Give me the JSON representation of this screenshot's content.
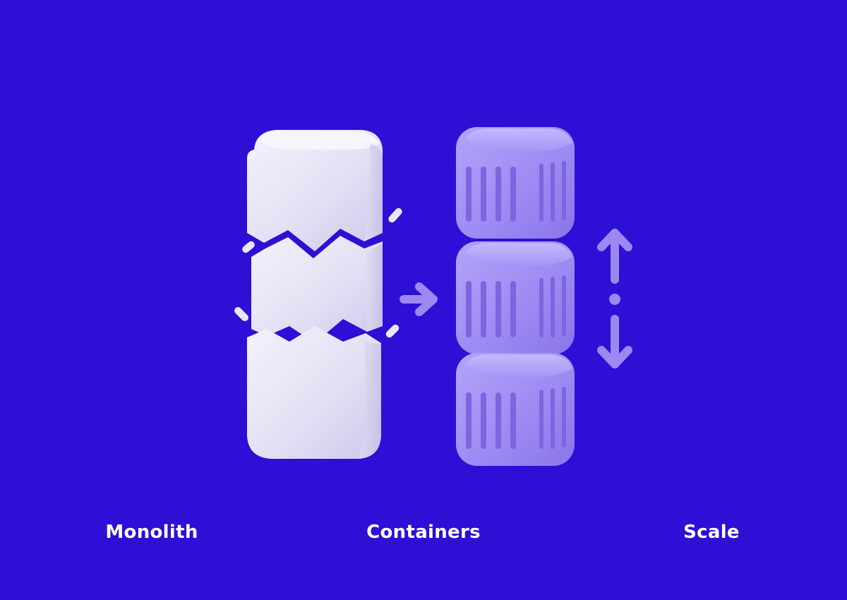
{
  "labels": {
    "monolith": "Monolith",
    "containers": "Containers",
    "scale": "Scale"
  },
  "colors": {
    "background": "#2d0fd6",
    "monolith_block": "#e6e1f5",
    "container_block": "#a18ef5",
    "accent": "#9d87f2",
    "label": "#ffffff"
  },
  "icons": {
    "transition": "arrow-right-icon",
    "scale": "vertical-scale-arrows-icon"
  }
}
